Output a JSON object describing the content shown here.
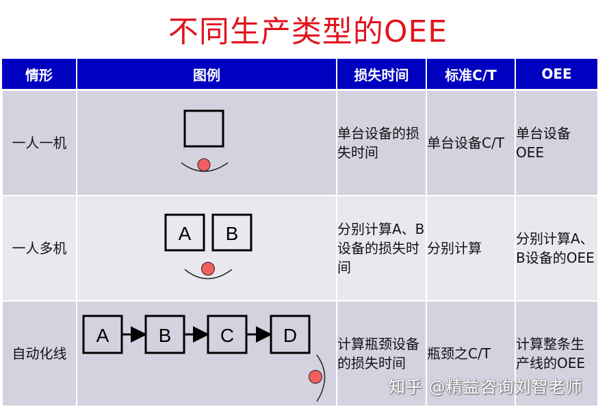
{
  "title": "不同生产类型的OEE",
  "colors": {
    "title": "#e0141e",
    "header_bg": "#0000c0",
    "row_odd_bg": "#d5d2e0",
    "row_even_bg": "#eae8ef",
    "operator_dot": "#f06060"
  },
  "table": {
    "headers": [
      "情形",
      "图例",
      "损失时间",
      "标准C/T",
      "OEE"
    ],
    "rows": [
      {
        "situation": "一人一机",
        "diagram": {
          "machines": [
            ""
          ],
          "operator": "below"
        },
        "loss_time": "单台设备的损失时间",
        "standard_ct": "单台设备C/T",
        "oee": "单台设备OEE"
      },
      {
        "situation": "一人多机",
        "diagram": {
          "machines": [
            "A",
            "B"
          ],
          "operator": "below"
        },
        "loss_time": "分别计算A、B设备的损失时间",
        "standard_ct": "分别计算",
        "oee": "分别计算A、B设备的OEE"
      },
      {
        "situation": "自动化线",
        "diagram": {
          "machines": [
            "A",
            "B",
            "C",
            "D"
          ],
          "operator": "right-end",
          "flow": "A→B→C→D"
        },
        "loss_time": "计算瓶颈设备的损失时间",
        "standard_ct": "瓶颈之C/T",
        "oee": "计算整条生产线的OEE"
      }
    ]
  },
  "watermark": "知乎 @精益咨询刘智老师"
}
